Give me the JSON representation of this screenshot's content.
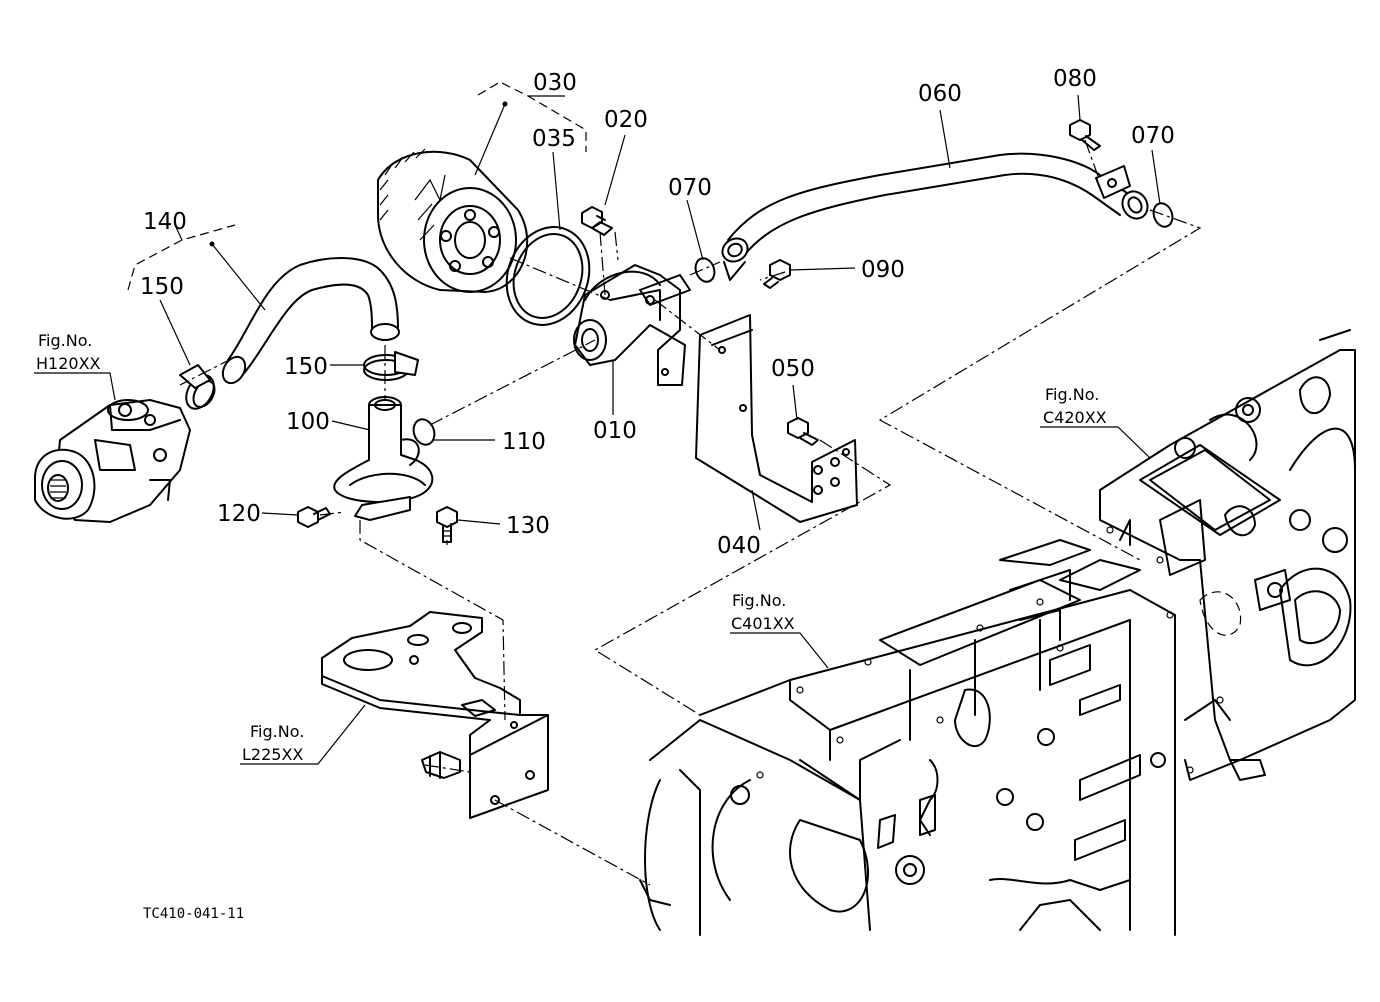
{
  "parts": [
    {
      "id": "p010",
      "label": "010"
    },
    {
      "id": "p020",
      "label": "020"
    },
    {
      "id": "p030",
      "label": "030"
    },
    {
      "id": "p035",
      "label": "035"
    },
    {
      "id": "p040",
      "label": "040"
    },
    {
      "id": "p050",
      "label": "050"
    },
    {
      "id": "p060",
      "label": "060"
    },
    {
      "id": "p070a",
      "label": "070"
    },
    {
      "id": "p070b",
      "label": "070"
    },
    {
      "id": "p080",
      "label": "080"
    },
    {
      "id": "p090",
      "label": "090"
    },
    {
      "id": "p100",
      "label": "100"
    },
    {
      "id": "p110",
      "label": "110"
    },
    {
      "id": "p120",
      "label": "120"
    },
    {
      "id": "p130",
      "label": "130"
    },
    {
      "id": "p140",
      "label": "140"
    },
    {
      "id": "p150a",
      "label": "150"
    },
    {
      "id": "p150b",
      "label": "150"
    }
  ],
  "figure_refs": [
    {
      "id": "h120",
      "caption": "Fig.No.",
      "code": "H120XX"
    },
    {
      "id": "c420",
      "caption": "Fig.No.",
      "code": "C420XX"
    },
    {
      "id": "c401",
      "caption": "Fig.No.",
      "code": "C401XX"
    },
    {
      "id": "l225",
      "caption": "Fig.No.",
      "code": "L225XX"
    }
  ],
  "drawing_code": "TC410-041-11"
}
